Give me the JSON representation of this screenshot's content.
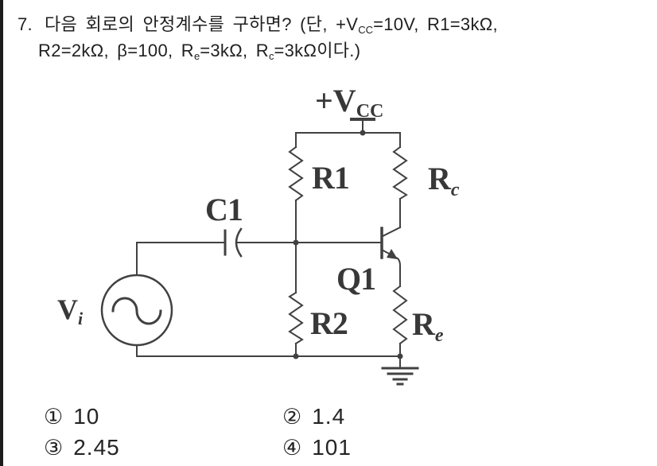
{
  "question": {
    "number": "7.",
    "line1_pre": "다음 회로의 안정계수를 구하면? (단, +V",
    "line1_sub": "CC",
    "line1_post": "=10V, R1=3kΩ,",
    "line2_seg1": "R2=2kΩ, β=100, R",
    "line2_sub1": "e",
    "line2_seg2": "=3kΩ, R",
    "line2_sub2": "c",
    "line2_seg3": "=3kΩ이다.)"
  },
  "circuit": {
    "vcc_label_main": "+V",
    "vcc_label_sub": "CC",
    "r1_label": "R1",
    "rc_label_main": "R",
    "rc_label_sub": "c",
    "c1_label": "C1",
    "q1_label": "Q1",
    "r2_label": "R2",
    "re_label_main": "R",
    "re_label_sub": "e",
    "vi_label_main": "V",
    "vi_label_sub": "i",
    "line_color": "#414141",
    "label_color": "#383838"
  },
  "options": [
    {
      "num": "①",
      "value": "10"
    },
    {
      "num": "②",
      "value": "1.4"
    },
    {
      "num": "③",
      "value": "2.45"
    },
    {
      "num": "④",
      "value": "101"
    }
  ]
}
